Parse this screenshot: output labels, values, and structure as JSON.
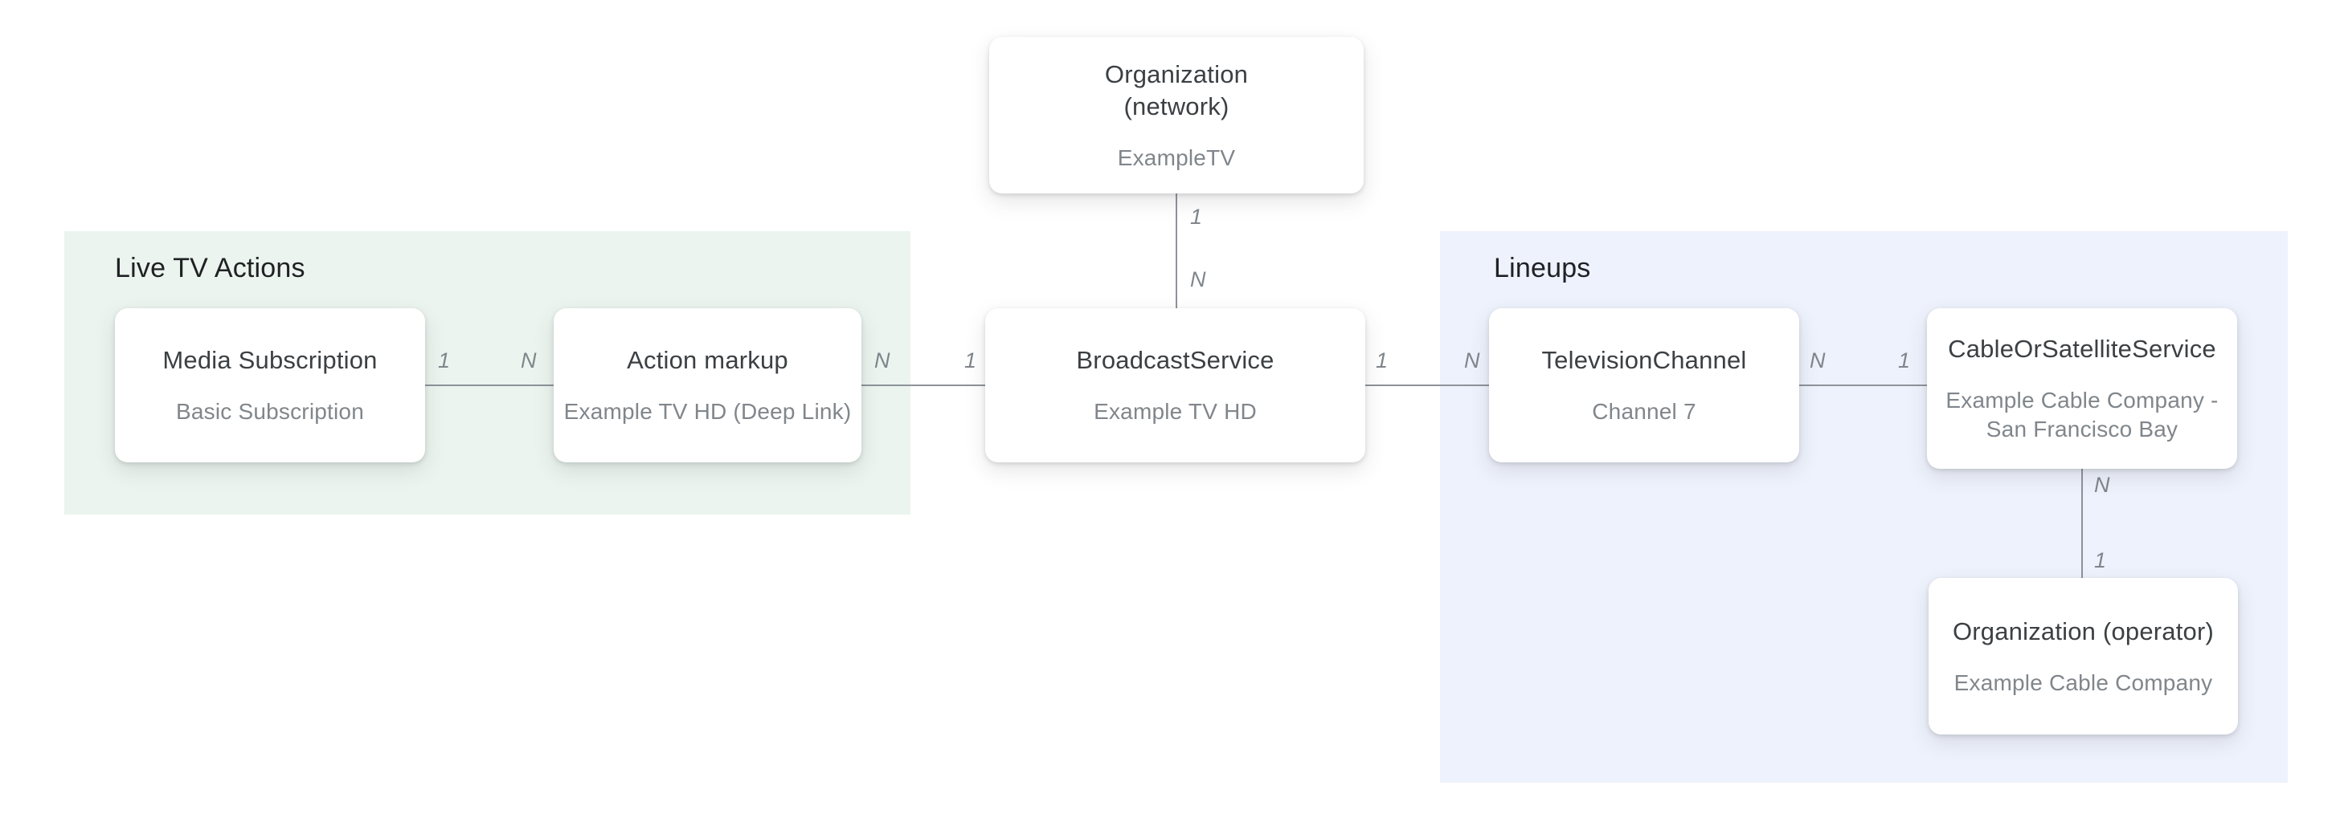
{
  "regions": {
    "live_tv_actions": {
      "label": "Live TV Actions",
      "color": "#EBF4EF"
    },
    "lineups": {
      "label": "Lineups",
      "color": "#EEF2FC"
    }
  },
  "nodes": {
    "org_network": {
      "title_line1": "Organization",
      "title_line2": "(network)",
      "subtitle": "ExampleTV"
    },
    "media_subscription": {
      "title": "Media Subscription",
      "subtitle": "Basic Subscription"
    },
    "action_markup": {
      "title": "Action markup",
      "subtitle": "Example TV HD (Deep Link)"
    },
    "broadcast_service": {
      "title": "BroadcastService",
      "subtitle": "Example TV HD"
    },
    "television_channel": {
      "title": "TelevisionChannel",
      "subtitle": "Channel 7"
    },
    "cable_or_satellite_service": {
      "title": "CableOrSatelliteService",
      "subtitle": "Example Cable Company - San Francisco Bay"
    },
    "org_operator": {
      "title": "Organization (operator)",
      "subtitle": "Example Cable Company"
    }
  },
  "connectors": {
    "network_to_broadcast": {
      "from_card": "1",
      "to_card": "N"
    },
    "media_to_action": {
      "from_card": "1",
      "to_card": "N"
    },
    "action_to_broadcast": {
      "from_card": "N",
      "to_card": "1"
    },
    "broadcast_to_channel": {
      "from_card": "1",
      "to_card": "N"
    },
    "channel_to_cable": {
      "from_card": "N",
      "to_card": "1"
    },
    "cable_to_operator": {
      "from_card": "N",
      "to_card": "1"
    }
  },
  "colors": {
    "background": "#FFFFFF",
    "region_green": "#EBF4EF",
    "region_blue": "#EEF2FC",
    "node_background": "#FFFFFF",
    "node_title": "#3C4043",
    "node_subtitle": "#80868B",
    "section_heading": "#202124",
    "connector_line": "#8E9399",
    "cardinality_label": "#80868B"
  }
}
